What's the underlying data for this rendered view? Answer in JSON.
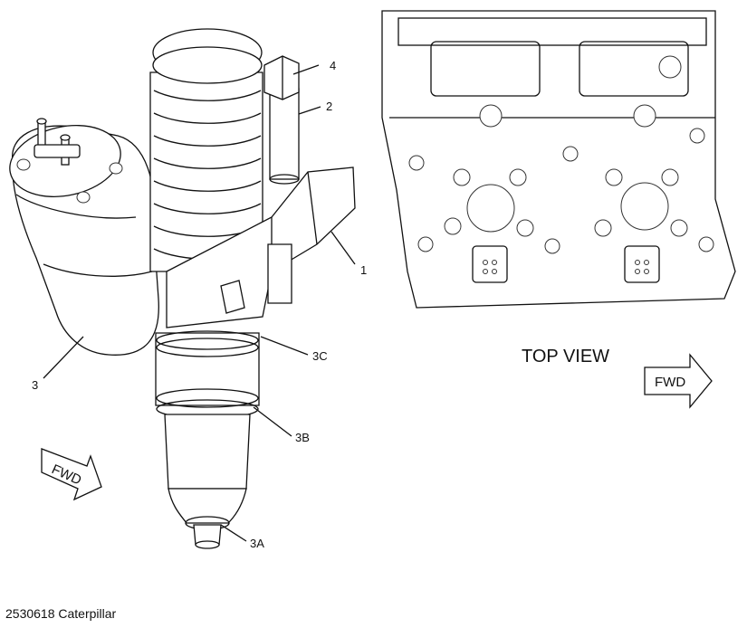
{
  "callouts": {
    "c4": "4",
    "c2": "2",
    "c1": "1",
    "c3": "3",
    "c3c": "3C",
    "c3b": "3B",
    "c3a": "3A"
  },
  "top_view_label": "TOP VIEW",
  "fwd_label_left": "FWD",
  "fwd_label_right": "FWD",
  "caption": "2530618 Caterpillar"
}
